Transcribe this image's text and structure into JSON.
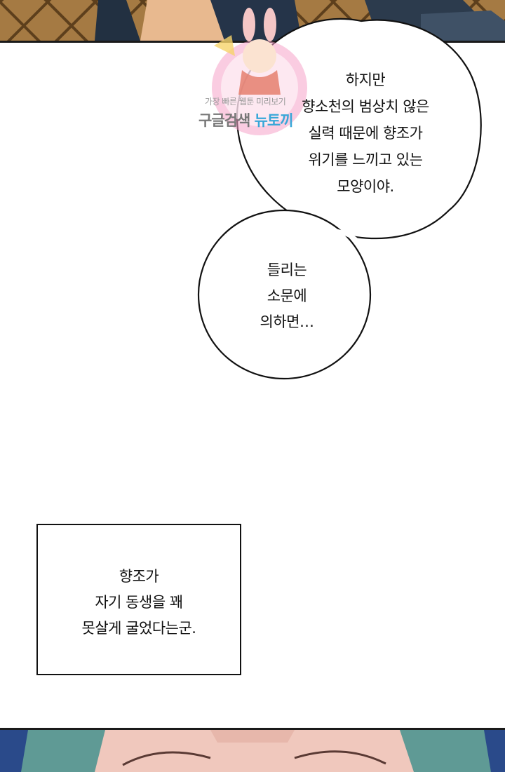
{
  "watermark": {
    "tagline": "가장 빠른 웹툰 미리보기",
    "brand_main": "구글검색",
    "brand_accent": "뉴토끼"
  },
  "bubble_large": {
    "lines": [
      "하지만",
      "향소천의 범상치 않은",
      "실력 때문에 향조가",
      "위기를 느끼고 있는",
      "모양이야."
    ]
  },
  "bubble_small": {
    "lines": [
      "들리는",
      "소문에",
      "의하면…"
    ]
  },
  "narration_box": {
    "lines": [
      "향조가",
      "자기 동생을 꽤",
      "못살게 굴었다는군."
    ]
  },
  "colors": {
    "top_panel": "#9b7440",
    "bottom_panel": "#4e6a76",
    "watermark_accent": "#38a7d8"
  }
}
